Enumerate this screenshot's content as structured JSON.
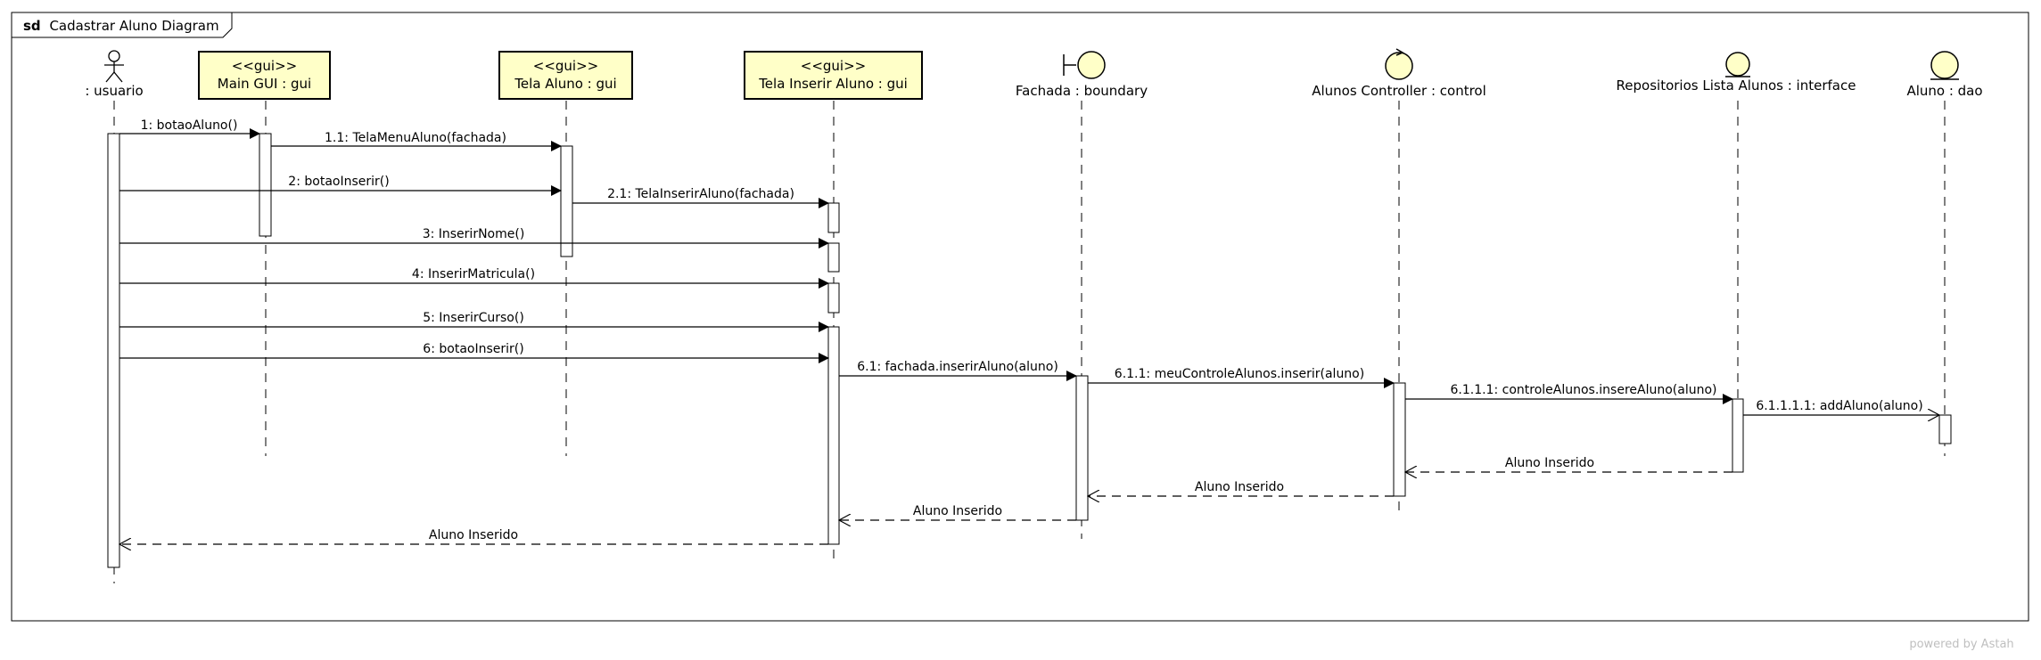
{
  "diagram": {
    "frame_kind": "sd",
    "frame_title": "Cadastrar Aluno Diagram",
    "participants": [
      {
        "id": "usuario",
        "kind": "actor",
        "stereotype": "",
        "name": ": usuario"
      },
      {
        "id": "main_gui",
        "kind": "box",
        "stereotype": "<<gui>>",
        "name": "Main GUI : gui"
      },
      {
        "id": "tela_aluno",
        "kind": "box",
        "stereotype": "<<gui>>",
        "name": "Tela Aluno : gui"
      },
      {
        "id": "tela_inserir",
        "kind": "box",
        "stereotype": "<<gui>>",
        "name": "Tela Inserir Aluno : gui"
      },
      {
        "id": "fachada",
        "kind": "boundary",
        "stereotype": "",
        "name": "Fachada : boundary"
      },
      {
        "id": "alunos_controller",
        "kind": "control",
        "stereotype": "",
        "name": "Alunos Controller : control"
      },
      {
        "id": "repositorios",
        "kind": "entity",
        "stereotype": "",
        "name": "Repositorios Lista Alunos : interface"
      },
      {
        "id": "aluno_dao",
        "kind": "entity",
        "stereotype": "",
        "name": "Aluno : dao"
      }
    ],
    "messages": [
      {
        "label": "1: botaoAluno()",
        "from": "usuario",
        "to": "main_gui",
        "type": "sync"
      },
      {
        "label": "1.1: TelaMenuAluno(fachada)",
        "from": "main_gui",
        "to": "tela_aluno",
        "type": "sync"
      },
      {
        "label": "2: botaoInserir()",
        "from": "usuario",
        "to": "tela_aluno",
        "type": "sync"
      },
      {
        "label": "2.1: TelaInserirAluno(fachada)",
        "from": "tela_aluno",
        "to": "tela_inserir",
        "type": "sync"
      },
      {
        "label": "3: InserirNome()",
        "from": "usuario",
        "to": "tela_inserir",
        "type": "sync"
      },
      {
        "label": "4: InserirMatricula()",
        "from": "usuario",
        "to": "tela_inserir",
        "type": "sync"
      },
      {
        "label": "5: InserirCurso()",
        "from": "usuario",
        "to": "tela_inserir",
        "type": "sync"
      },
      {
        "label": "6: botaoInserir()",
        "from": "usuario",
        "to": "tela_inserir",
        "type": "sync"
      },
      {
        "label": "6.1: fachada.inserirAluno(aluno)",
        "from": "tela_inserir",
        "to": "fachada",
        "type": "sync"
      },
      {
        "label": "6.1.1: meuControleAlunos.inserir(aluno)",
        "from": "fachada",
        "to": "alunos_controller",
        "type": "sync"
      },
      {
        "label": "6.1.1.1: controleAlunos.insereAluno(aluno)",
        "from": "alunos_controller",
        "to": "repositorios",
        "type": "sync"
      },
      {
        "label": "6.1.1.1.1: addAluno(aluno)",
        "from": "repositorios",
        "to": "aluno_dao",
        "type": "async"
      },
      {
        "label": "Aluno Inserido",
        "from": "repositorios",
        "to": "alunos_controller",
        "type": "return"
      },
      {
        "label": "Aluno Inserido",
        "from": "alunos_controller",
        "to": "fachada",
        "type": "return"
      },
      {
        "label": "Aluno Inserido",
        "from": "fachada",
        "to": "tela_inserir",
        "type": "return"
      },
      {
        "label": "Aluno Inserido",
        "from": "tela_inserir",
        "to": "usuario",
        "type": "return"
      }
    ],
    "colors": {
      "box_fill": "#ffffc8",
      "icon_fill": "#ffffc8",
      "line": "#000000",
      "activation_fill": "#ffffff"
    }
  },
  "footer": {
    "powered_by": "powered by Astah"
  }
}
